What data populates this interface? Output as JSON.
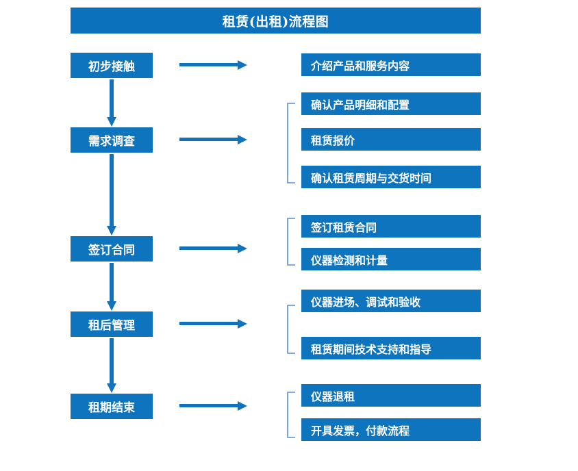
{
  "chart_data": {
    "type": "diagram",
    "diagram_kind": "flowchart",
    "title": "租赁(出租)流程图",
    "orientation": "vertical-with-branches",
    "stages": [
      {
        "id": "stage-1",
        "label": "初步接触",
        "details": [
          "介绍产品和服务内容"
        ],
        "bracketed": false
      },
      {
        "id": "stage-2",
        "label": "需求调查",
        "details": [
          "确认产品明细和配置",
          "租赁报价",
          "确认租赁周期与交货时间"
        ],
        "bracketed": true
      },
      {
        "id": "stage-3",
        "label": "签订合同",
        "details": [
          "签订租赁合同",
          "仪器检测和计量"
        ],
        "bracketed": true
      },
      {
        "id": "stage-4",
        "label": "租后管理",
        "details": [
          "仪器进场、调试和验收",
          "租赁期间技术支持和指导"
        ],
        "bracketed": true
      },
      {
        "id": "stage-5",
        "label": "租期结束",
        "details": [
          "仪器退租",
          "开具发票，付款流程"
        ],
        "bracketed": true
      }
    ]
  },
  "header": {
    "title": "租赁(出租)流程图"
  },
  "stages": {
    "s1": {
      "label": "初步接触"
    },
    "s2": {
      "label": "需求调查"
    },
    "s3": {
      "label": "签订合同"
    },
    "s4": {
      "label": "租后管理"
    },
    "s5": {
      "label": "租期结束"
    }
  },
  "details": {
    "d1": {
      "label": "介绍产品和服务内容"
    },
    "d2": {
      "label": "确认产品明细和配置"
    },
    "d3": {
      "label": "租赁报价"
    },
    "d4": {
      "label": "确认租赁周期与交货时间"
    },
    "d5": {
      "label": "签订租赁合同"
    },
    "d6": {
      "label": "仪器检测和计量"
    },
    "d7": {
      "label": "仪器进场、调试和验收"
    },
    "d8": {
      "label": "租赁期间技术支持和指导"
    },
    "d9": {
      "label": "仪器退租"
    },
    "d10": {
      "label": "开具发票，付款流程"
    }
  },
  "colors": {
    "box_blue": "#0E74BE",
    "title_blue": "#0C71BC",
    "arrow_blue": "#1273BC",
    "bracket_blue": "#5B8FC9",
    "text_white": "#FFFFFF",
    "background": "#FFFFFF"
  }
}
